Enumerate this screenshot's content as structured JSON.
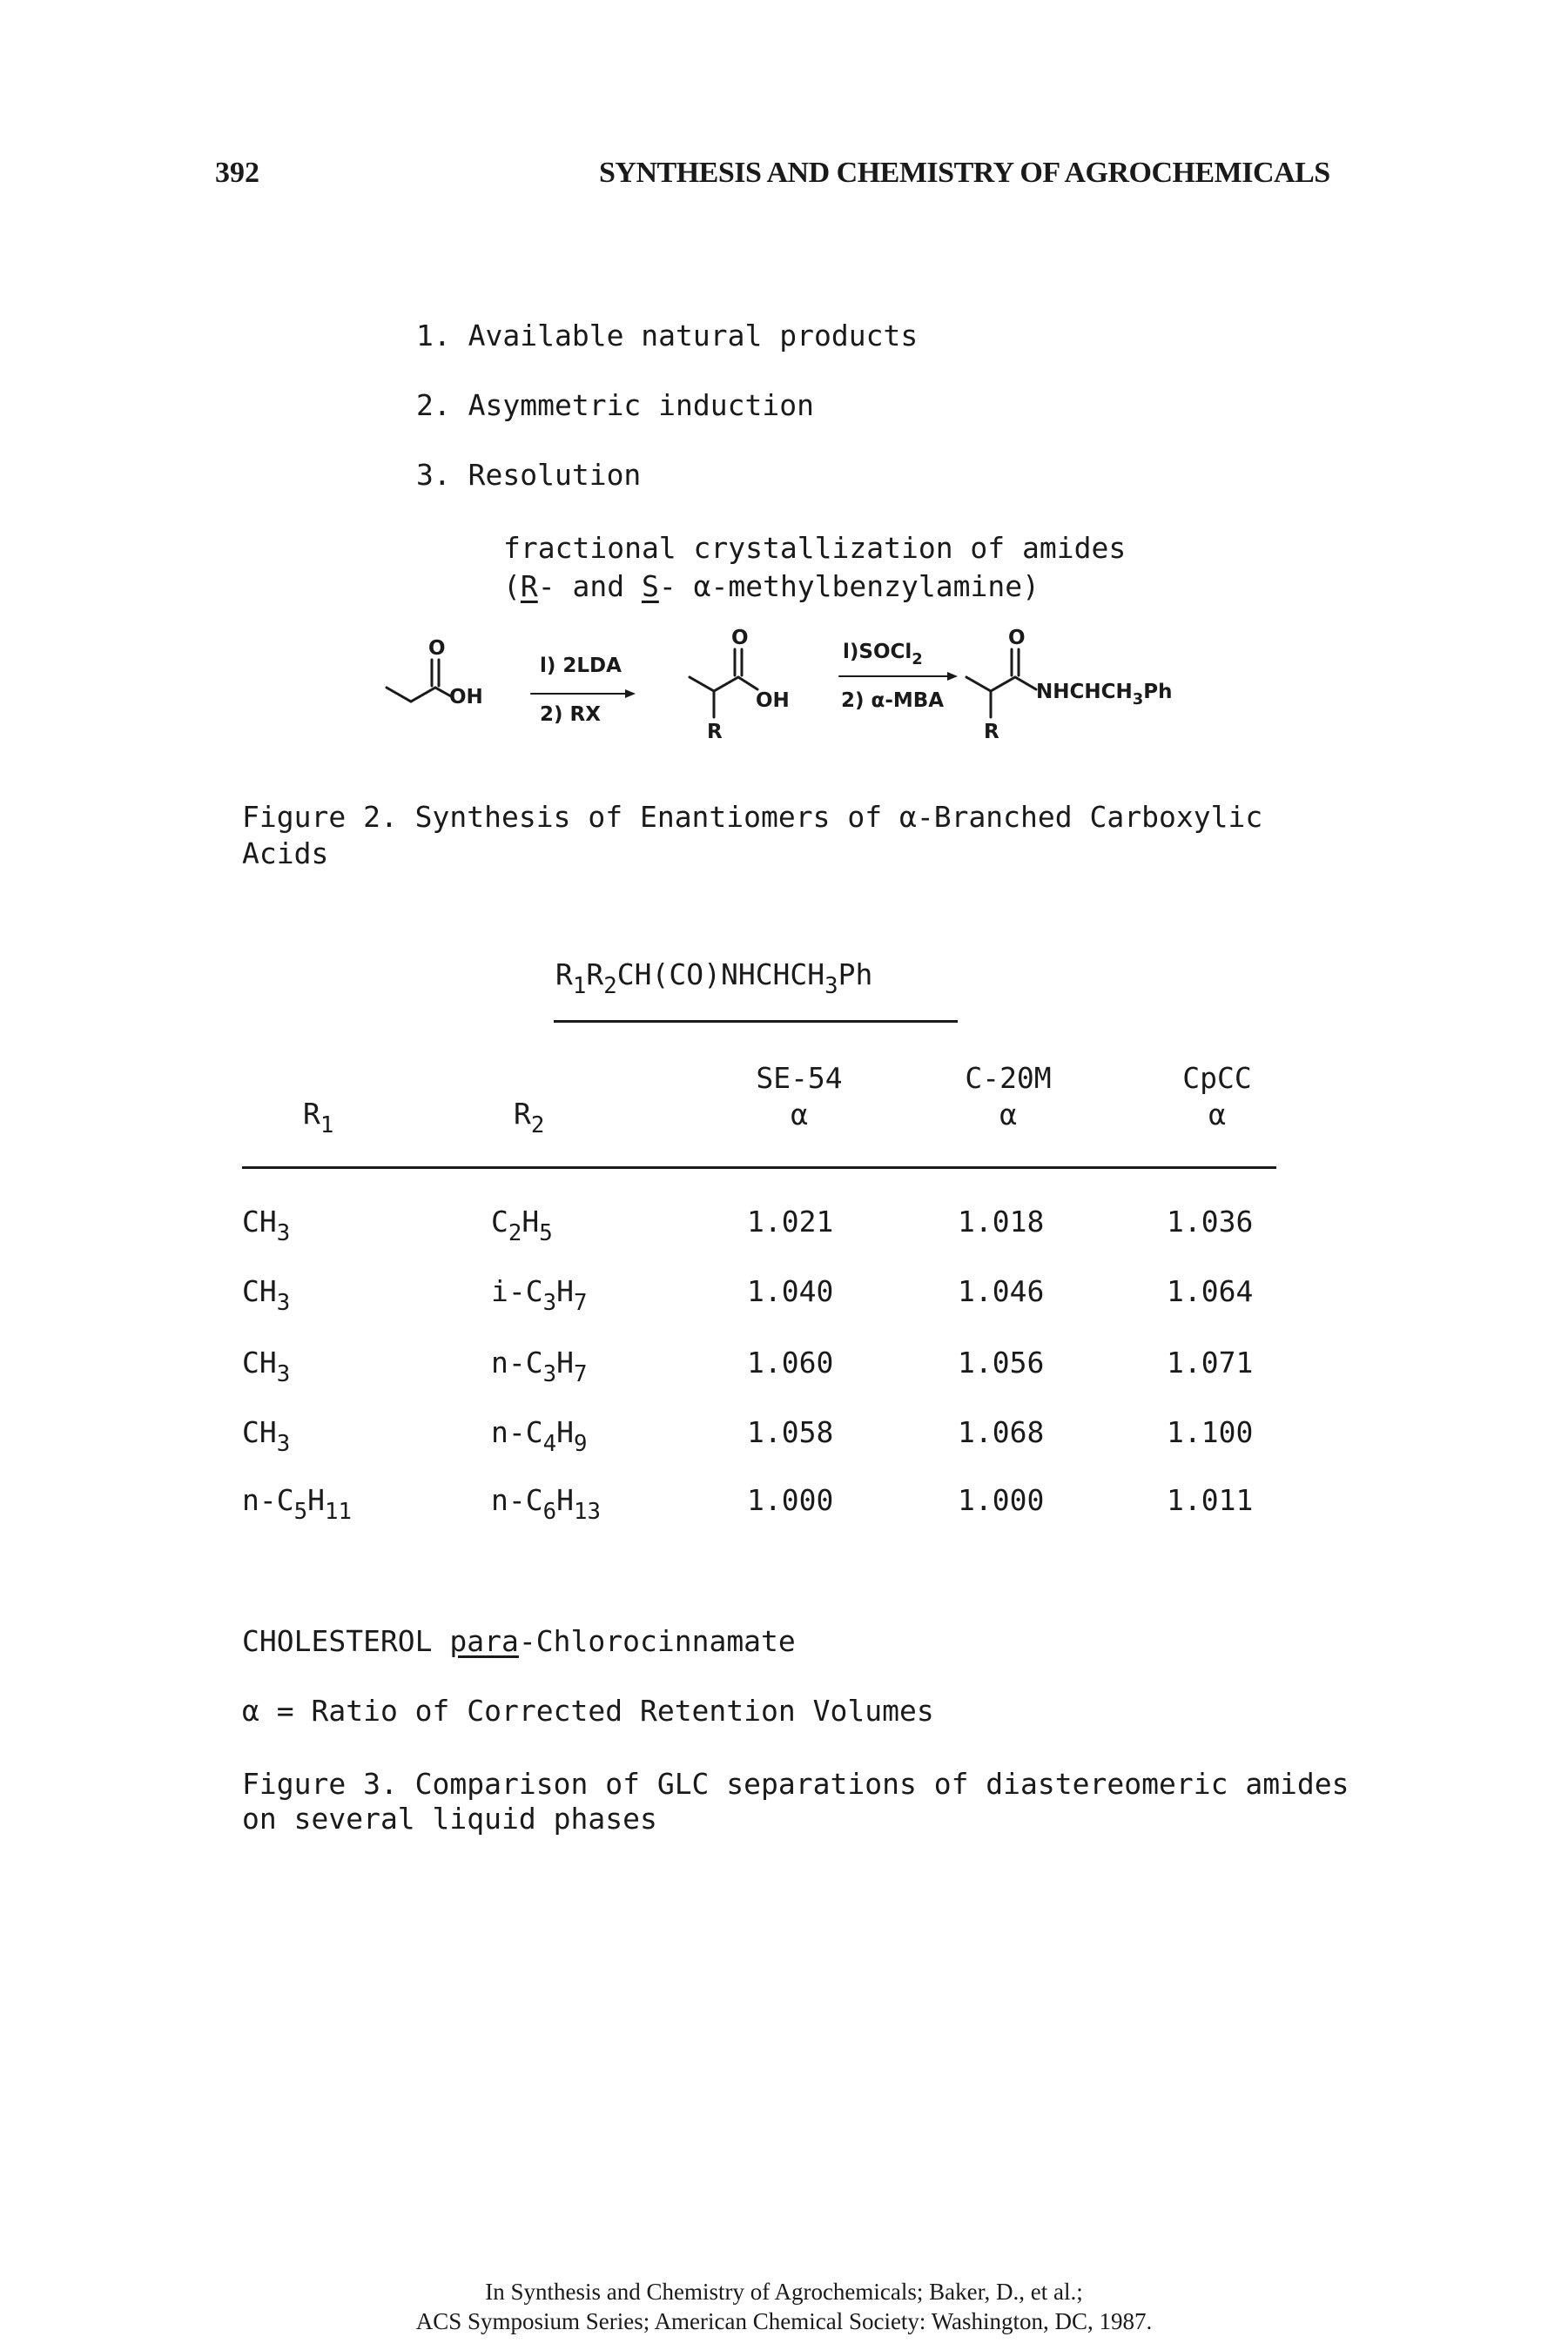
{
  "header": {
    "page_number": "392",
    "running_title": "SYNTHESIS AND CHEMISTRY OF AGROCHEMICALS"
  },
  "methods_list": {
    "items": [
      {
        "num": "1.",
        "text": "Available natural products"
      },
      {
        "num": "2.",
        "text": "Asymmetric induction"
      },
      {
        "num": "3.",
        "text": "Resolution"
      }
    ],
    "note_line1": "fractional crystallization of amides",
    "note_line2_parts": {
      "open": "(",
      "r": "R",
      "mid": "- and ",
      "s": "S",
      "dash": "- ",
      "alpha": "α",
      "rest": "-methylbenzylamine)"
    }
  },
  "scheme": {
    "labels": {
      "o": "O",
      "oh": "OH",
      "r": "R",
      "amide_group": "NHCHCH3Ph"
    },
    "arrow1": {
      "step1": "l) 2LDA",
      "step2": "2) RX"
    },
    "arrow2": {
      "step1": "l)SOCl2",
      "step2": "2) α-MBA"
    }
  },
  "figure2_caption": {
    "line1": "Figure 2. Synthesis of Enantiomers of α-Branched Carboxylic",
    "line2": "Acids"
  },
  "table": {
    "formula_parts": [
      "R",
      "1",
      "R",
      "2",
      "CH(CO)NHCHCH",
      "3",
      "Ph"
    ],
    "col_headers": {
      "r1": {
        "base": "R",
        "sub": "1"
      },
      "r2": {
        "base": "R",
        "sub": "2"
      },
      "se54": {
        "top": "SE-54",
        "bottom": "α"
      },
      "c20m": {
        "top": "C-20M",
        "bottom": "α"
      },
      "cpcc": {
        "top": "CpCC",
        "bottom": "α"
      }
    },
    "rows": [
      {
        "r1": [
          "CH",
          "3"
        ],
        "r2": [
          "C",
          "2",
          "H",
          "5"
        ],
        "se54": "1.021",
        "c20m": "1.018",
        "cpcc": "1.036"
      },
      {
        "r1": [
          "CH",
          "3"
        ],
        "r2": [
          "i-C",
          "3",
          "H",
          "7"
        ],
        "se54": "1.040",
        "c20m": "1.046",
        "cpcc": "1.064"
      },
      {
        "r1": [
          "CH",
          "3"
        ],
        "r2": [
          "n-C",
          "3",
          "H",
          "7"
        ],
        "se54": "1.060",
        "c20m": "1.056",
        "cpcc": "1.071"
      },
      {
        "r1": [
          "CH",
          "3"
        ],
        "r2": [
          "n-C",
          "4",
          "H",
          "9"
        ],
        "se54": "1.058",
        "c20m": "1.068",
        "cpcc": "1.100"
      },
      {
        "r1": [
          "n-C",
          "5",
          "H",
          "11"
        ],
        "r2": [
          "n-C",
          "6",
          "H",
          "13"
        ],
        "se54": "1.000",
        "c20m": "1.000",
        "cpcc": "1.011"
      }
    ]
  },
  "notes": {
    "cholesterol_pre": "CHOLESTEROL ",
    "cholesterol_para": "para",
    "cholesterol_post": "-Chlorocinnamate",
    "alpha_def": "α = Ratio of Corrected Retention Volumes"
  },
  "figure3_caption": {
    "line1": "Figure 3. Comparison of GLC separations of diastereomeric amides",
    "line2": "on several liquid phases"
  },
  "footer": {
    "line1": "In Synthesis and Chemistry of Agrochemicals; Baker, D., et al.;",
    "line2": "ACS Symposium Series; American Chemical Society: Washington, DC, 1987."
  }
}
